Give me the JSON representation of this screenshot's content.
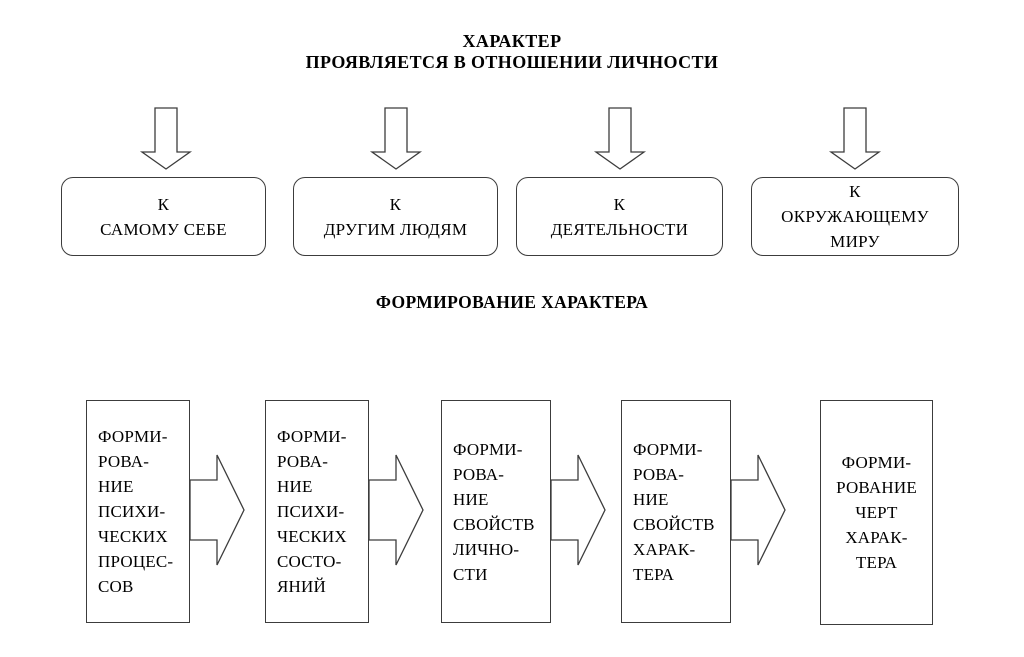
{
  "page": {
    "background_color": "#ffffff",
    "line_color": "#3c3c3c",
    "text_color": "#000000"
  },
  "section_manifestation": {
    "title": "ХАРАКТЕР\nПРОЯВЛЯЕТСЯ В ОТНОШЕНИИ ЛИЧНОСТИ",
    "relations": [
      {
        "text": "К\nСАМОМУ СЕБЕ"
      },
      {
        "text": "К\nДРУГИМ ЛЮДЯМ"
      },
      {
        "text": "К\nДЕЯТЕЛЬНОСТИ"
      },
      {
        "text": "К\nОКРУЖАЮЩЕМУ\nМИРУ"
      }
    ]
  },
  "section_formation": {
    "title": "ФОРМИРОВАНИЕ ХАРАКТЕРА",
    "stages": [
      {
        "text": "ФОРМИ-\nРОВА-\nНИЕ\nПСИХИ-\nЧЕСКИХ\nПРОЦЕС-\nСОВ"
      },
      {
        "text": "ФОРМИ-\nРОВА-\nНИЕ\nПСИХИ-\nЧЕСКИХ\nСОСТО-\nЯНИЙ"
      },
      {
        "text": "ФОРМИ-\nРОВА-\nНИЕ\nСВОЙСТВ\nЛИЧНО-\nСТИ"
      },
      {
        "text": "ФОРМИ-\nРОВА-\nНИЕ\nСВОЙСТВ\nХАРАК-\nТЕРА"
      },
      {
        "text": "ФОРМИ-\nРОВАНИЕ\nЧЕРТ\nХАРАК-\nТЕРА"
      }
    ]
  }
}
